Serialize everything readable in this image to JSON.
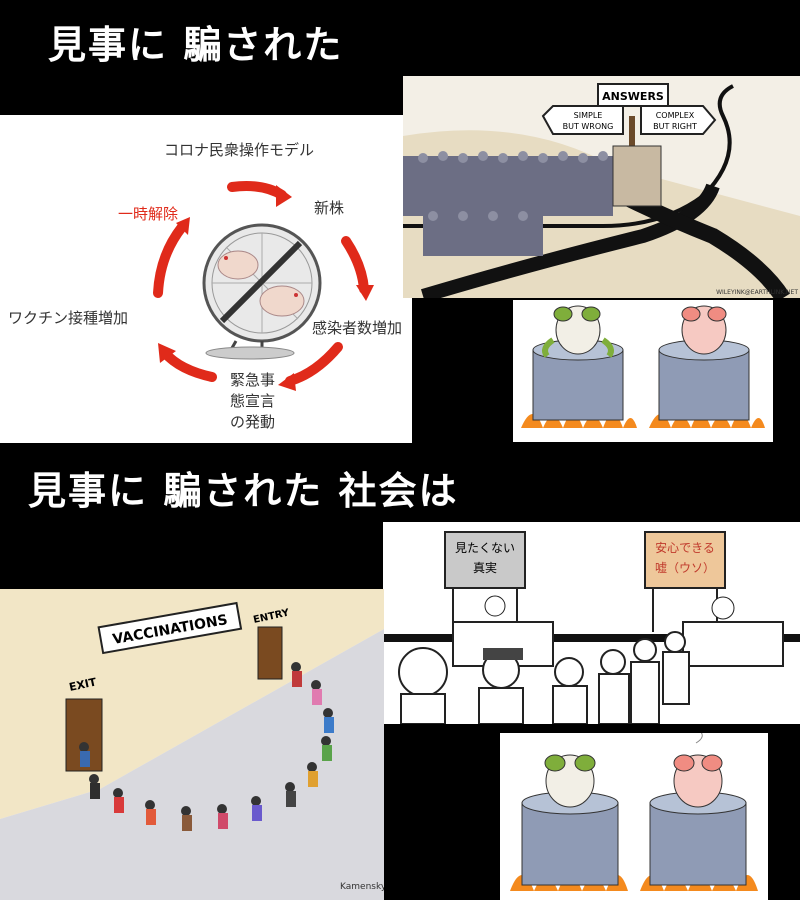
{
  "heading_top": "見事に 騙された",
  "heading_middle": "見事に 騙された 社会は",
  "corona_model": {
    "title": "コロナ民衆操作モデル",
    "steps": [
      "一時解除",
      "新株",
      "感染者数増加",
      "緊急事態宣言の発動",
      "ワクチン接種増加"
    ],
    "step_emergency_lines": [
      "緊急事",
      "態宣言",
      "の発動"
    ]
  },
  "answers_cartoon": {
    "sign_title": "ANSWERS",
    "left_sign": [
      "SIMPLE",
      "BUT WRONG"
    ],
    "right_sign": [
      "COMPLEX",
      "BUT RIGHT"
    ],
    "credit": "WILEYINK@EARTHLINK.NET"
  },
  "truth_lies_cartoon": {
    "left_sign": [
      "見たくない",
      "真実"
    ],
    "right_sign": [
      "安心できる",
      "嘘（ウソ）"
    ]
  },
  "vaccination_cartoon": {
    "sign": "VACCINATIONS",
    "entry": "ENTRY",
    "exit": "EXIT",
    "signature": "Kamensky"
  },
  "colors": {
    "accent_red": "#e02a1a",
    "background": "#000000",
    "heading_text": "#ffffff"
  }
}
